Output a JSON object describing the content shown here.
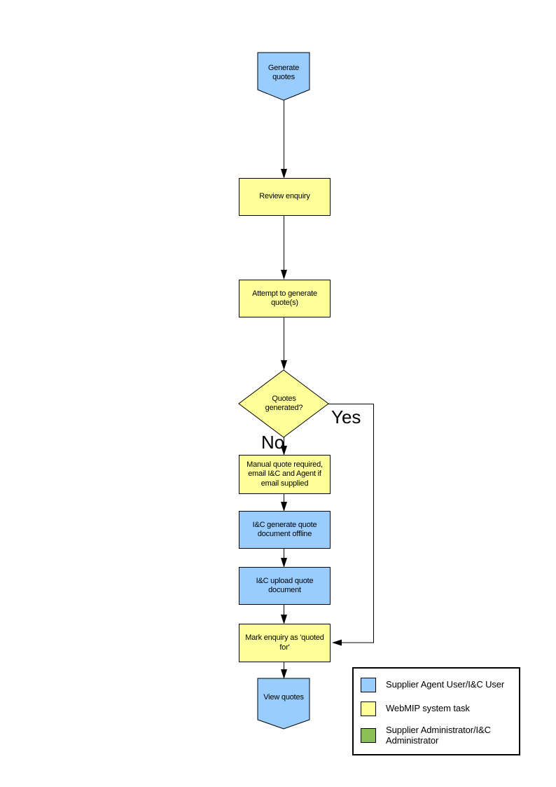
{
  "colors": {
    "blue": "#99CCFF",
    "yellow": "#FFFF99",
    "green": "#8CBE57",
    "line": "#000000"
  },
  "nodes": {
    "start": {
      "label": "Generate quotes",
      "fill": "#99CCFF"
    },
    "review": {
      "label": "Review enquiry",
      "fill": "#FFFF99"
    },
    "attempt": {
      "label": "Attempt to generate quote(s)",
      "fill": "#FFFF99"
    },
    "decision": {
      "label": "Quotes generated?",
      "fill": "#FFFF99"
    },
    "manual": {
      "label": "Manual quote required, email I&C and Agent if email supplied",
      "fill": "#FFFF99"
    },
    "generate_offline": {
      "label": "I&C generate quote document offline",
      "fill": "#99CCFF"
    },
    "upload": {
      "label": "I&C upload quote document",
      "fill": "#99CCFF"
    },
    "mark": {
      "label": "Mark enquiry as 'quoted for'",
      "fill": "#FFFF99"
    },
    "end": {
      "label": "View quotes",
      "fill": "#99CCFF"
    }
  },
  "edges": {
    "yes_label": "Yes",
    "no_label": "No"
  },
  "legend": {
    "items": [
      {
        "color": "#99CCFF",
        "label": "Supplier Agent User/I&C User"
      },
      {
        "color": "#FFFF99",
        "label": "WebMIP system task"
      },
      {
        "color": "#8CBE57",
        "label": "Supplier Administrator/I&C Administrator"
      }
    ]
  }
}
